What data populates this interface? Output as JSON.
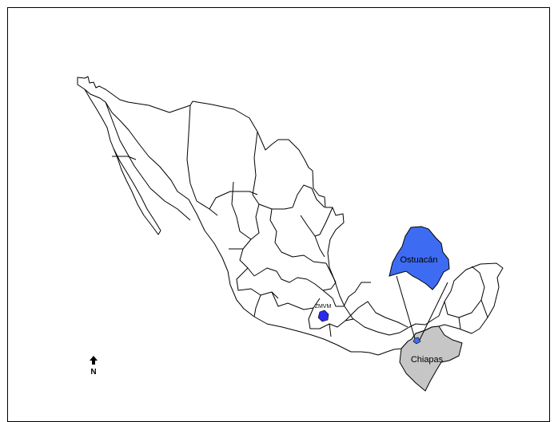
{
  "map": {
    "labels": {
      "ostuacan": "Ostuacán",
      "chiapas": "Chiapas",
      "zmvm": "ZMVM",
      "north": "N"
    },
    "colors": {
      "ostuacan_fill": "#3d6cf2",
      "chiapas_fill": "#c6c6c6",
      "zmvm_fill": "#2a2af0",
      "state_stroke": "#000000",
      "background": "#ffffff"
    },
    "icons": {
      "north_arrow": "north-arrow-icon"
    }
  }
}
